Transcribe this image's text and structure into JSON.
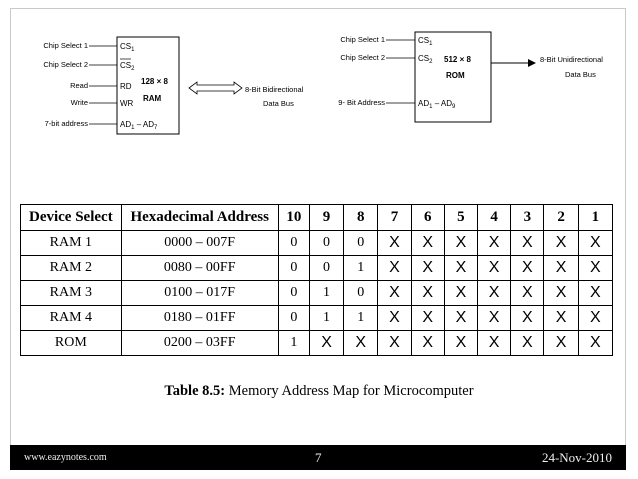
{
  "ram_diagram": {
    "pins_left": [
      "Chip Select 1",
      "Chip Select 2",
      "Read",
      "Write",
      "7-bit address"
    ],
    "size": "128 × 8",
    "name": "RAM",
    "bus_line1": "8-Bit Bidirectional",
    "bus_line2": "Data Bus"
  },
  "rom_diagram": {
    "pins_left": [
      "Chip Select 1",
      "Chip Select 2",
      "9- Bit Address"
    ],
    "size": "512 × 8",
    "name": "ROM",
    "bus_line1": "8-Bit Unidirectional",
    "bus_line2": "Data Bus"
  },
  "table": {
    "headers": [
      "Device Select",
      "Hexadecimal Address",
      "10",
      "9",
      "8",
      "7",
      "6",
      "5",
      "4",
      "3",
      "2",
      "1"
    ],
    "rows": [
      {
        "device": "RAM 1",
        "hex": "0000 – 007F",
        "bits": [
          "0",
          "0",
          "0",
          "X",
          "X",
          "X",
          "X",
          "X",
          "X",
          "X"
        ]
      },
      {
        "device": "RAM 2",
        "hex": "0080 – 00FF",
        "bits": [
          "0",
          "0",
          "1",
          "X",
          "X",
          "X",
          "X",
          "X",
          "X",
          "X"
        ]
      },
      {
        "device": "RAM 3",
        "hex": "0100 – 017F",
        "bits": [
          "0",
          "1",
          "0",
          "X",
          "X",
          "X",
          "X",
          "X",
          "X",
          "X"
        ]
      },
      {
        "device": "RAM 4",
        "hex": "0180 – 01FF",
        "bits": [
          "0",
          "1",
          "1",
          "X",
          "X",
          "X",
          "X",
          "X",
          "X",
          "X"
        ]
      },
      {
        "device": "ROM",
        "hex": "0200 – 03FF",
        "bits": [
          "1",
          "X",
          "X",
          "X",
          "X",
          "X",
          "X",
          "X",
          "X",
          "X"
        ]
      }
    ]
  },
  "caption": {
    "label": "Table 8.5:",
    "text": " Memory Address Map for Microcomputer"
  },
  "footer": {
    "site": "www.eazynotes.com",
    "page": "7",
    "date": "24-Nov-2010"
  },
  "colors": {
    "footer_bg": "#000000",
    "footer_text": "#f0f0f0"
  }
}
